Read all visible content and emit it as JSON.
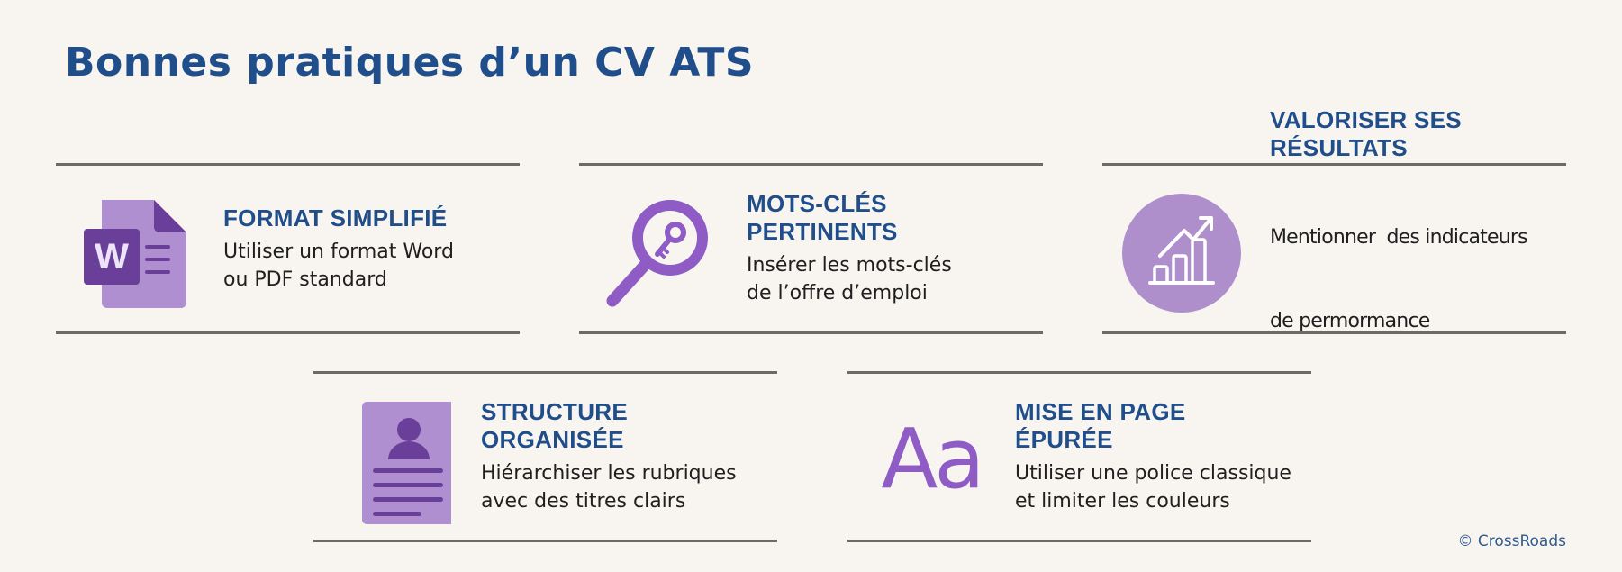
{
  "page": {
    "title": "Bonnes pratiques d’un CV ATS",
    "copyright": "© CrossRoads"
  },
  "colors": {
    "background": "#f8f5f1",
    "heading": "#1f4e8a",
    "icon_light": "#b08fd0",
    "icon_dark": "#6a3f9a",
    "icon_accent": "#8e5cc4",
    "rule": "#6b6a67"
  },
  "cards": [
    {
      "icon": "word-document-icon",
      "heading_lines": [
        "FORMAT SIMPLIFIÉ"
      ],
      "desc_lines": [
        "Utiliser un format Word",
        "ou PDF standard"
      ]
    },
    {
      "icon": "magnifier-key-icon",
      "heading_lines": [
        "MOTS-CLÉS",
        "PERTINENTS"
      ],
      "desc_lines": [
        "Insérer les mots-clés",
        "de l’offre d’emploi"
      ]
    },
    {
      "icon": "growth-chart-icon",
      "heading_lines": [
        "VALORISER SES",
        "RÉSULTATS"
      ],
      "desc_lines": [
        "Mentionner  des indicateurs",
        "de permormance"
      ]
    },
    {
      "icon": "resume-profile-icon",
      "heading_lines": [
        "STRUCTURE",
        "ORGANISÉE"
      ],
      "desc_lines": [
        "Hiérarchiser les rubriques",
        "avec des titres clairs"
      ]
    },
    {
      "icon": "typography-aa-icon",
      "icon_text": "Aa",
      "heading_lines": [
        "MISE EN PAGE",
        "ÉPURÉE"
      ],
      "desc_lines": [
        "Utiliser une police classique",
        "et limiter les couleurs"
      ]
    }
  ]
}
